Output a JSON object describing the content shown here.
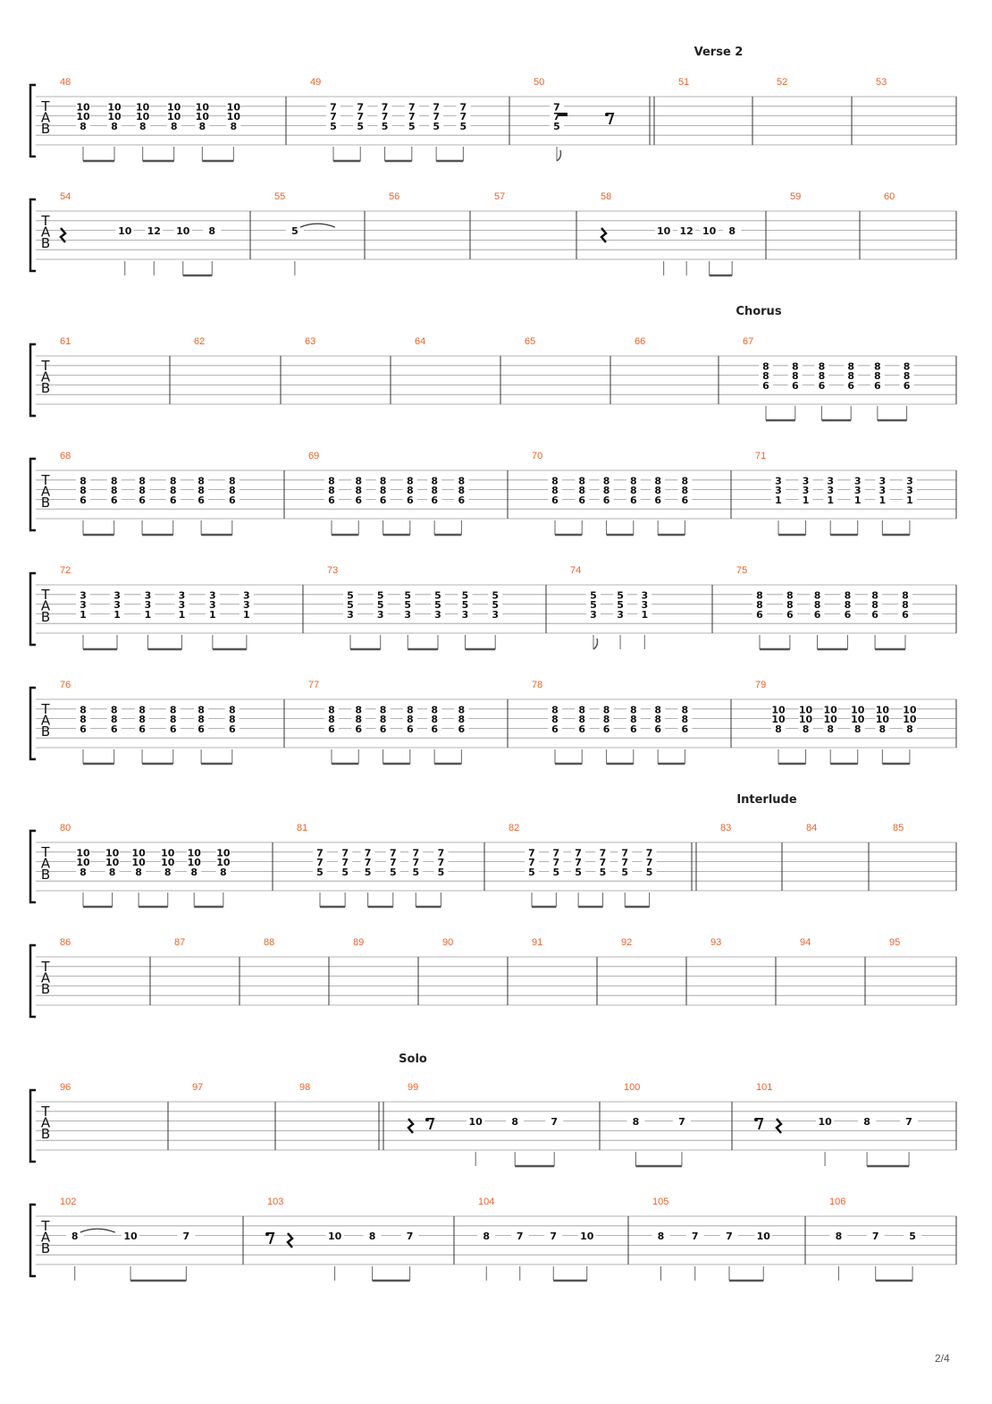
{
  "page": {
    "number": "2/4"
  },
  "clef": [
    "T",
    "A",
    "B"
  ],
  "systems": [
    {
      "section": "Verse 2",
      "measures": [
        {
          "number": "48",
          "chords": [
            [
              "10",
              "10",
              "8"
            ],
            [
              "10",
              "10",
              "8"
            ],
            [
              "10",
              "10",
              "8"
            ],
            [
              "10",
              "10",
              "8"
            ],
            [
              "10",
              "10",
              "8"
            ],
            [
              "10",
              "10",
              "8"
            ]
          ]
        },
        {
          "number": "49",
          "chords": [
            [
              "7",
              "7",
              "5"
            ],
            [
              "7",
              "7",
              "5"
            ],
            [
              "7",
              "7",
              "5"
            ],
            [
              "7",
              "7",
              "5"
            ],
            [
              "7",
              "7",
              "5"
            ],
            [
              "7",
              "7",
              "5"
            ]
          ]
        },
        {
          "number": "50",
          "chords": [
            [
              "7",
              "7",
              "5"
            ]
          ],
          "rests": [
            "half",
            "eighth"
          ]
        },
        {
          "number": "51",
          "chords": []
        },
        {
          "number": "52",
          "chords": []
        },
        {
          "number": "53",
          "chords": []
        }
      ]
    },
    {
      "section": "",
      "measures": [
        {
          "number": "54",
          "notes": [
            "10",
            "12",
            "10",
            "8"
          ],
          "rests": [
            "quarter"
          ]
        },
        {
          "number": "55",
          "notes": [
            "5"
          ],
          "tie": true
        },
        {
          "number": "56",
          "chords": []
        },
        {
          "number": "57",
          "chords": []
        },
        {
          "number": "58",
          "notes": [
            "10",
            "12",
            "10",
            "8"
          ],
          "rests": [
            "quarter"
          ]
        },
        {
          "number": "59",
          "chords": []
        },
        {
          "number": "60",
          "chords": []
        }
      ]
    },
    {
      "section": "Chorus",
      "measures": [
        {
          "number": "61",
          "chords": []
        },
        {
          "number": "62",
          "chords": []
        },
        {
          "number": "63",
          "chords": []
        },
        {
          "number": "64",
          "chords": []
        },
        {
          "number": "65",
          "chords": []
        },
        {
          "number": "66",
          "chords": []
        },
        {
          "number": "67",
          "chords": [
            [
              "8",
              "8",
              "6"
            ],
            [
              "8",
              "8",
              "6"
            ],
            [
              "8",
              "8",
              "6"
            ],
            [
              "8",
              "8",
              "6"
            ],
            [
              "8",
              "8",
              "6"
            ],
            [
              "8",
              "8",
              "6"
            ]
          ]
        }
      ]
    },
    {
      "section": "",
      "measures": [
        {
          "number": "68",
          "chords": [
            [
              "8",
              "8",
              "6"
            ],
            [
              "8",
              "8",
              "6"
            ],
            [
              "8",
              "8",
              "6"
            ],
            [
              "8",
              "8",
              "6"
            ],
            [
              "8",
              "8",
              "6"
            ],
            [
              "8",
              "8",
              "6"
            ]
          ]
        },
        {
          "number": "69",
          "chords": [
            [
              "8",
              "8",
              "6"
            ],
            [
              "8",
              "8",
              "6"
            ],
            [
              "8",
              "8",
              "6"
            ],
            [
              "8",
              "8",
              "6"
            ],
            [
              "8",
              "8",
              "6"
            ],
            [
              "8",
              "8",
              "6"
            ]
          ]
        },
        {
          "number": "70",
          "chords": [
            [
              "8",
              "8",
              "6"
            ],
            [
              "8",
              "8",
              "6"
            ],
            [
              "8",
              "8",
              "6"
            ],
            [
              "8",
              "8",
              "6"
            ],
            [
              "8",
              "8",
              "6"
            ],
            [
              "8",
              "8",
              "6"
            ]
          ]
        },
        {
          "number": "71",
          "chords": [
            [
              "3",
              "3",
              "1"
            ],
            [
              "3",
              "3",
              "1"
            ],
            [
              "3",
              "3",
              "1"
            ],
            [
              "3",
              "3",
              "1"
            ],
            [
              "3",
              "3",
              "1"
            ],
            [
              "3",
              "3",
              "1"
            ]
          ]
        }
      ]
    },
    {
      "section": "",
      "measures": [
        {
          "number": "72",
          "chords": [
            [
              "3",
              "3",
              "1"
            ],
            [
              "3",
              "3",
              "1"
            ],
            [
              "3",
              "3",
              "1"
            ],
            [
              "3",
              "3",
              "1"
            ],
            [
              "3",
              "3",
              "1"
            ],
            [
              "3",
              "3",
              "1"
            ]
          ]
        },
        {
          "number": "73",
          "chords": [
            [
              "5",
              "5",
              "3"
            ],
            [
              "5",
              "5",
              "3"
            ],
            [
              "5",
              "5",
              "3"
            ],
            [
              "5",
              "5",
              "3"
            ],
            [
              "5",
              "5",
              "3"
            ],
            [
              "5",
              "5",
              "3"
            ]
          ]
        },
        {
          "number": "74",
          "chords": [
            [
              "5",
              "5",
              "3"
            ],
            [
              "5",
              "5",
              "3"
            ],
            [
              "3",
              "3",
              "1"
            ]
          ]
        },
        {
          "number": "75",
          "chords": [
            [
              "8",
              "8",
              "6"
            ],
            [
              "8",
              "8",
              "6"
            ],
            [
              "8",
              "8",
              "6"
            ],
            [
              "8",
              "8",
              "6"
            ],
            [
              "8",
              "8",
              "6"
            ],
            [
              "8",
              "8",
              "6"
            ]
          ]
        }
      ]
    },
    {
      "section": "",
      "measures": [
        {
          "number": "76",
          "chords": [
            [
              "8",
              "8",
              "6"
            ],
            [
              "8",
              "8",
              "6"
            ],
            [
              "8",
              "8",
              "6"
            ],
            [
              "8",
              "8",
              "6"
            ],
            [
              "8",
              "8",
              "6"
            ],
            [
              "8",
              "8",
              "6"
            ]
          ]
        },
        {
          "number": "77",
          "chords": [
            [
              "8",
              "8",
              "6"
            ],
            [
              "8",
              "8",
              "6"
            ],
            [
              "8",
              "8",
              "6"
            ],
            [
              "8",
              "8",
              "6"
            ],
            [
              "8",
              "8",
              "6"
            ],
            [
              "8",
              "8",
              "6"
            ]
          ]
        },
        {
          "number": "78",
          "chords": [
            [
              "8",
              "8",
              "6"
            ],
            [
              "8",
              "8",
              "6"
            ],
            [
              "8",
              "8",
              "6"
            ],
            [
              "8",
              "8",
              "6"
            ],
            [
              "8",
              "8",
              "6"
            ],
            [
              "8",
              "8",
              "6"
            ]
          ]
        },
        {
          "number": "79",
          "chords": [
            [
              "10",
              "10",
              "8"
            ],
            [
              "10",
              "10",
              "8"
            ],
            [
              "10",
              "10",
              "8"
            ],
            [
              "10",
              "10",
              "8"
            ],
            [
              "10",
              "10",
              "8"
            ],
            [
              "10",
              "10",
              "8"
            ]
          ]
        }
      ]
    },
    {
      "section": "Interlude",
      "measures": [
        {
          "number": "80",
          "chords": [
            [
              "10",
              "10",
              "8"
            ],
            [
              "10",
              "10",
              "8"
            ],
            [
              "10",
              "10",
              "8"
            ],
            [
              "10",
              "10",
              "8"
            ],
            [
              "10",
              "10",
              "8"
            ],
            [
              "10",
              "10",
              "8"
            ]
          ]
        },
        {
          "number": "81",
          "chords": [
            [
              "7",
              "7",
              "5"
            ],
            [
              "7",
              "7",
              "5"
            ],
            [
              "7",
              "7",
              "5"
            ],
            [
              "7",
              "7",
              "5"
            ],
            [
              "7",
              "7",
              "5"
            ],
            [
              "7",
              "7",
              "5"
            ]
          ]
        },
        {
          "number": "82",
          "chords": [
            [
              "7",
              "7",
              "5"
            ],
            [
              "7",
              "7",
              "5"
            ],
            [
              "7",
              "7",
              "5"
            ],
            [
              "7",
              "7",
              "5"
            ],
            [
              "7",
              "7",
              "5"
            ],
            [
              "7",
              "7",
              "5"
            ]
          ]
        },
        {
          "number": "83",
          "chords": []
        },
        {
          "number": "84",
          "chords": []
        },
        {
          "number": "85",
          "chords": []
        }
      ]
    },
    {
      "section": "",
      "measures": [
        {
          "number": "86",
          "chords": []
        },
        {
          "number": "87",
          "chords": []
        },
        {
          "number": "88",
          "chords": []
        },
        {
          "number": "89",
          "chords": []
        },
        {
          "number": "90",
          "chords": []
        },
        {
          "number": "91",
          "chords": []
        },
        {
          "number": "92",
          "chords": []
        },
        {
          "number": "93",
          "chords": []
        },
        {
          "number": "94",
          "chords": []
        },
        {
          "number": "95",
          "chords": []
        }
      ]
    },
    {
      "section": "Solo",
      "measures": [
        {
          "number": "96",
          "chords": []
        },
        {
          "number": "97",
          "chords": []
        },
        {
          "number": "98",
          "chords": []
        },
        {
          "number": "99",
          "notes": [
            "10",
            "8",
            "7"
          ],
          "rests": [
            "quarter",
            "eighth"
          ]
        },
        {
          "number": "100",
          "notes": [
            "8",
            "7"
          ]
        },
        {
          "number": "101",
          "notes": [
            "10",
            "8",
            "7"
          ],
          "rests": [
            "eighth",
            "quarter"
          ]
        }
      ]
    },
    {
      "section": "",
      "measures": [
        {
          "number": "102",
          "notes": [
            "8",
            "10",
            "7"
          ],
          "tie": true
        },
        {
          "number": "103",
          "notes": [
            "10",
            "8",
            "7"
          ],
          "rests": [
            "eighth",
            "quarter"
          ]
        },
        {
          "number": "104",
          "notes": [
            "8",
            "7",
            "7",
            "10"
          ]
        },
        {
          "number": "105",
          "notes": [
            "8",
            "7",
            "7",
            "10"
          ]
        },
        {
          "number": "106",
          "notes": [
            "8",
            "7",
            "5"
          ]
        }
      ]
    }
  ]
}
